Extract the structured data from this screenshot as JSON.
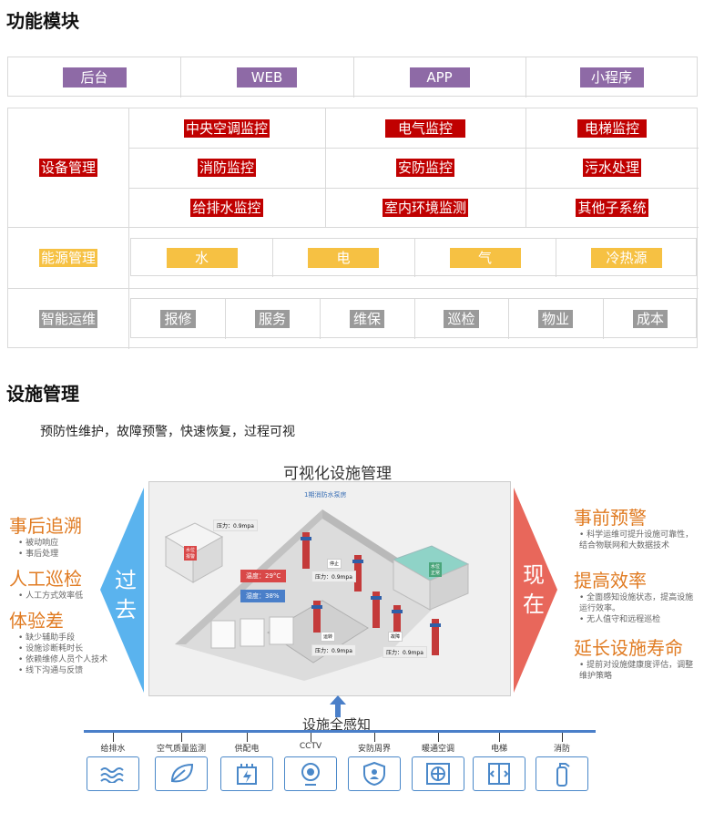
{
  "section1": {
    "title": "功能模块",
    "platforms": [
      "后台",
      "WEB",
      "APP",
      "小程序"
    ],
    "equipment": {
      "label": "设备管理",
      "items": [
        "中央空调监控",
        "电气监控",
        "电梯监控",
        "消防监控",
        "安防监控",
        "污水处理",
        "给排水监控",
        "室内环境监测",
        "其他子系统"
      ]
    },
    "energy": {
      "label": "能源管理",
      "items": [
        "水",
        "电",
        "气",
        "冷热源"
      ]
    },
    "ops": {
      "label": "智能运维",
      "items": [
        "报修",
        "服务",
        "维保",
        "巡检",
        "物业",
        "成本"
      ]
    }
  },
  "section2": {
    "title": "设施管理",
    "subtitle": "预防性维护，故障预警，快速恢复，过程可视",
    "diagram_title": "可视化设施管理",
    "left_arrow": [
      "过",
      "去"
    ],
    "right_arrow": [
      "现",
      "在"
    ],
    "left_groups": [
      {
        "head": "事后追溯",
        "bullets": [
          "被动响应",
          "事后处理"
        ]
      },
      {
        "head": "人工巡检",
        "bullets": [
          "人工方式效率低"
        ]
      },
      {
        "head": "体验差",
        "bullets": [
          "缺少辅助手段",
          "设施诊断耗时长",
          "依赖维修人员个人技术",
          "线下沟通与反馈"
        ]
      }
    ],
    "right_groups": [
      {
        "head": "事前预警",
        "bullets": [
          "科学运维可提升设施可靠性，结合物联网和大数据技术"
        ]
      },
      {
        "head": "提高效率",
        "bullets": [
          "全面感知设施状态，提高设施运行效率。",
          "无人值守和远程巡检"
        ]
      },
      {
        "head": "延长设施寿命",
        "bullets": [
          "提前对设施健康度评估，调整维护策略"
        ]
      }
    ],
    "room": {
      "title": "1期消防水泵房",
      "pressure_1": "压力：0.9mpa",
      "pressure_2": "压力：0.9mpa",
      "pressure_3": "压力：0.9mpa",
      "pressure_4": "压力：0.9mpa",
      "temperature": "温度：29°C",
      "humidity": "湿度：38%",
      "tank_a": "水位\n报警",
      "tank_b": "水位\n正常",
      "status_stop": "停止",
      "status_run": "运转",
      "status_fault": "故障"
    },
    "sensing_label": "设施全感知",
    "sensors": [
      "给排水",
      "空气质量监测",
      "供配电",
      "CCTV",
      "安防周界",
      "暖通空调",
      "电梯",
      "消防"
    ],
    "colors": {
      "accent_blue": "#4a88c9",
      "left_arrow": "#5ab3ee",
      "right_arrow": "#e8675b",
      "orange": "#e07b22"
    }
  }
}
